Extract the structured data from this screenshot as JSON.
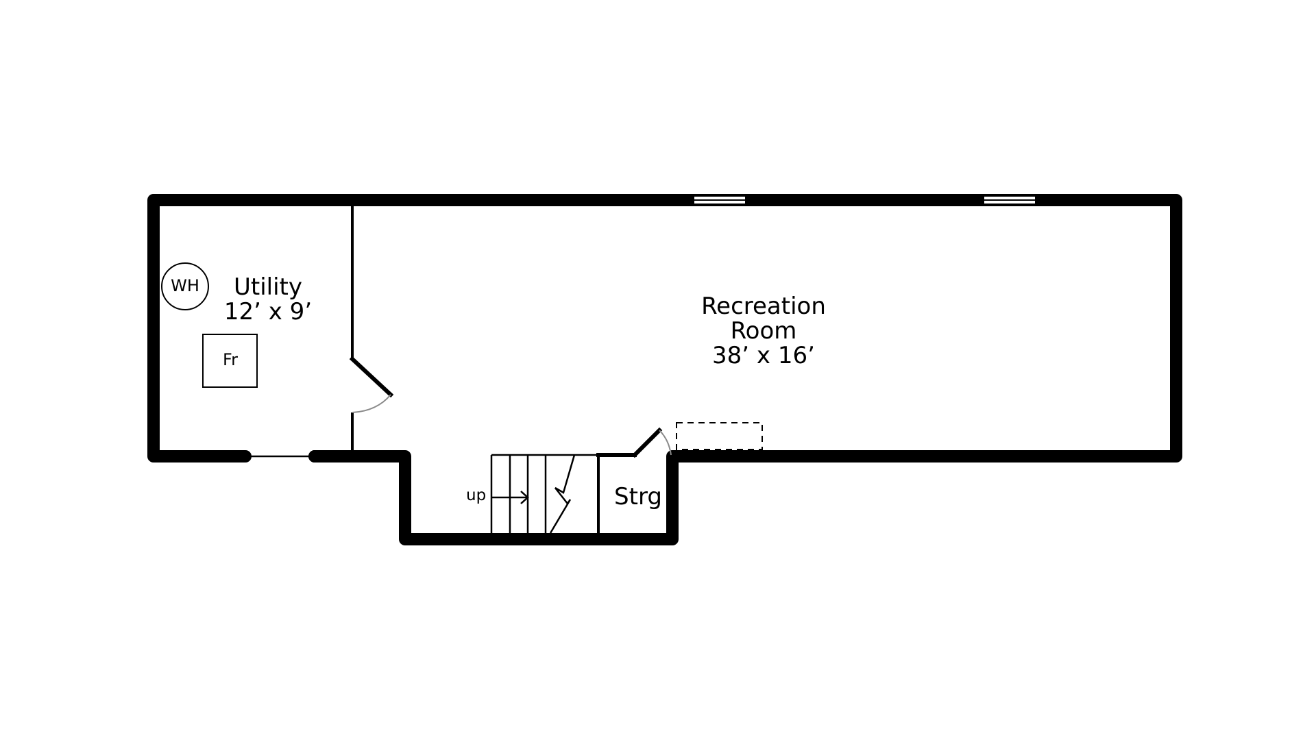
{
  "rooms": {
    "utility": {
      "name": "Utility",
      "dimensions": "12’ x 9’"
    },
    "recreation": {
      "name_line1": "Recreation",
      "name_line2": "Room",
      "dimensions": "38’ x 16’"
    },
    "storage": {
      "name": "Strg"
    }
  },
  "fixtures": {
    "water_heater": "WH",
    "furnace": "Fr"
  },
  "stairs": {
    "direction_label": "up"
  }
}
